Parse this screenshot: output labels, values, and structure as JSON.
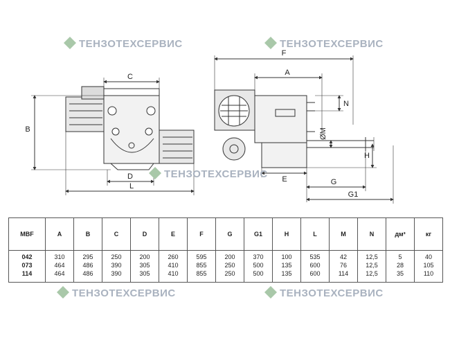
{
  "watermark": {
    "text": "ТЕНЗОТЕХСЕРВИС"
  },
  "dimensions": {
    "front": {
      "C": "C",
      "B": "B",
      "D": "D",
      "L": "L"
    },
    "side": {
      "F": "F",
      "A": "A",
      "N": "N",
      "M": "ØM",
      "H": "H",
      "E": "E",
      "G": "G",
      "G1": "G1"
    }
  },
  "table": {
    "headers": [
      "MBF",
      "A",
      "B",
      "C",
      "D",
      "E",
      "F",
      "G",
      "G1",
      "H",
      "L",
      "M",
      "N",
      "дм³",
      "кг"
    ],
    "rows": [
      [
        "042",
        "310",
        "295",
        "250",
        "200",
        "260",
        "595",
        "200",
        "370",
        "100",
        "535",
        "42",
        "12,5",
        "5",
        "40"
      ],
      [
        "073",
        "464",
        "486",
        "390",
        "305",
        "410",
        "855",
        "250",
        "500",
        "135",
        "600",
        "76",
        "12,5",
        "28",
        "105"
      ],
      [
        "114",
        "464",
        "486",
        "390",
        "305",
        "410",
        "855",
        "250",
        "500",
        "135",
        "600",
        "114",
        "12,5",
        "35",
        "110"
      ]
    ]
  }
}
